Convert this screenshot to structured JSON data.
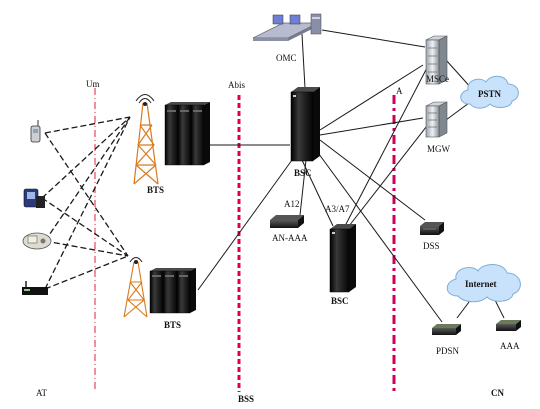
{
  "labels": {
    "um": "Um",
    "abis": "Abis",
    "a": "A",
    "omc": "OMC",
    "msce": "MSCe",
    "pstn": "PSTN",
    "mgw": "MGW",
    "bts_upper": "BTS",
    "bts_lower": "BTS",
    "bsc_main": "BSC",
    "bsc_second": "BSC",
    "a12": "A12",
    "an_aaa": "AN-AAA",
    "a3a7": "A3/A7",
    "dss": "DSS",
    "internet": "Internet",
    "pdsn": "PDSN",
    "aaa": "AAA",
    "at": "AT",
    "bss": "BSS",
    "cn": "CN"
  },
  "colors": {
    "um_line": "#e0203c",
    "abis_line": "#e00050",
    "a_line": "#d0005a",
    "link": "#1a1a1a",
    "tower": "#d97a1e",
    "cabinet": "#1b1b1b",
    "cloud": "#c8e2fb"
  }
}
